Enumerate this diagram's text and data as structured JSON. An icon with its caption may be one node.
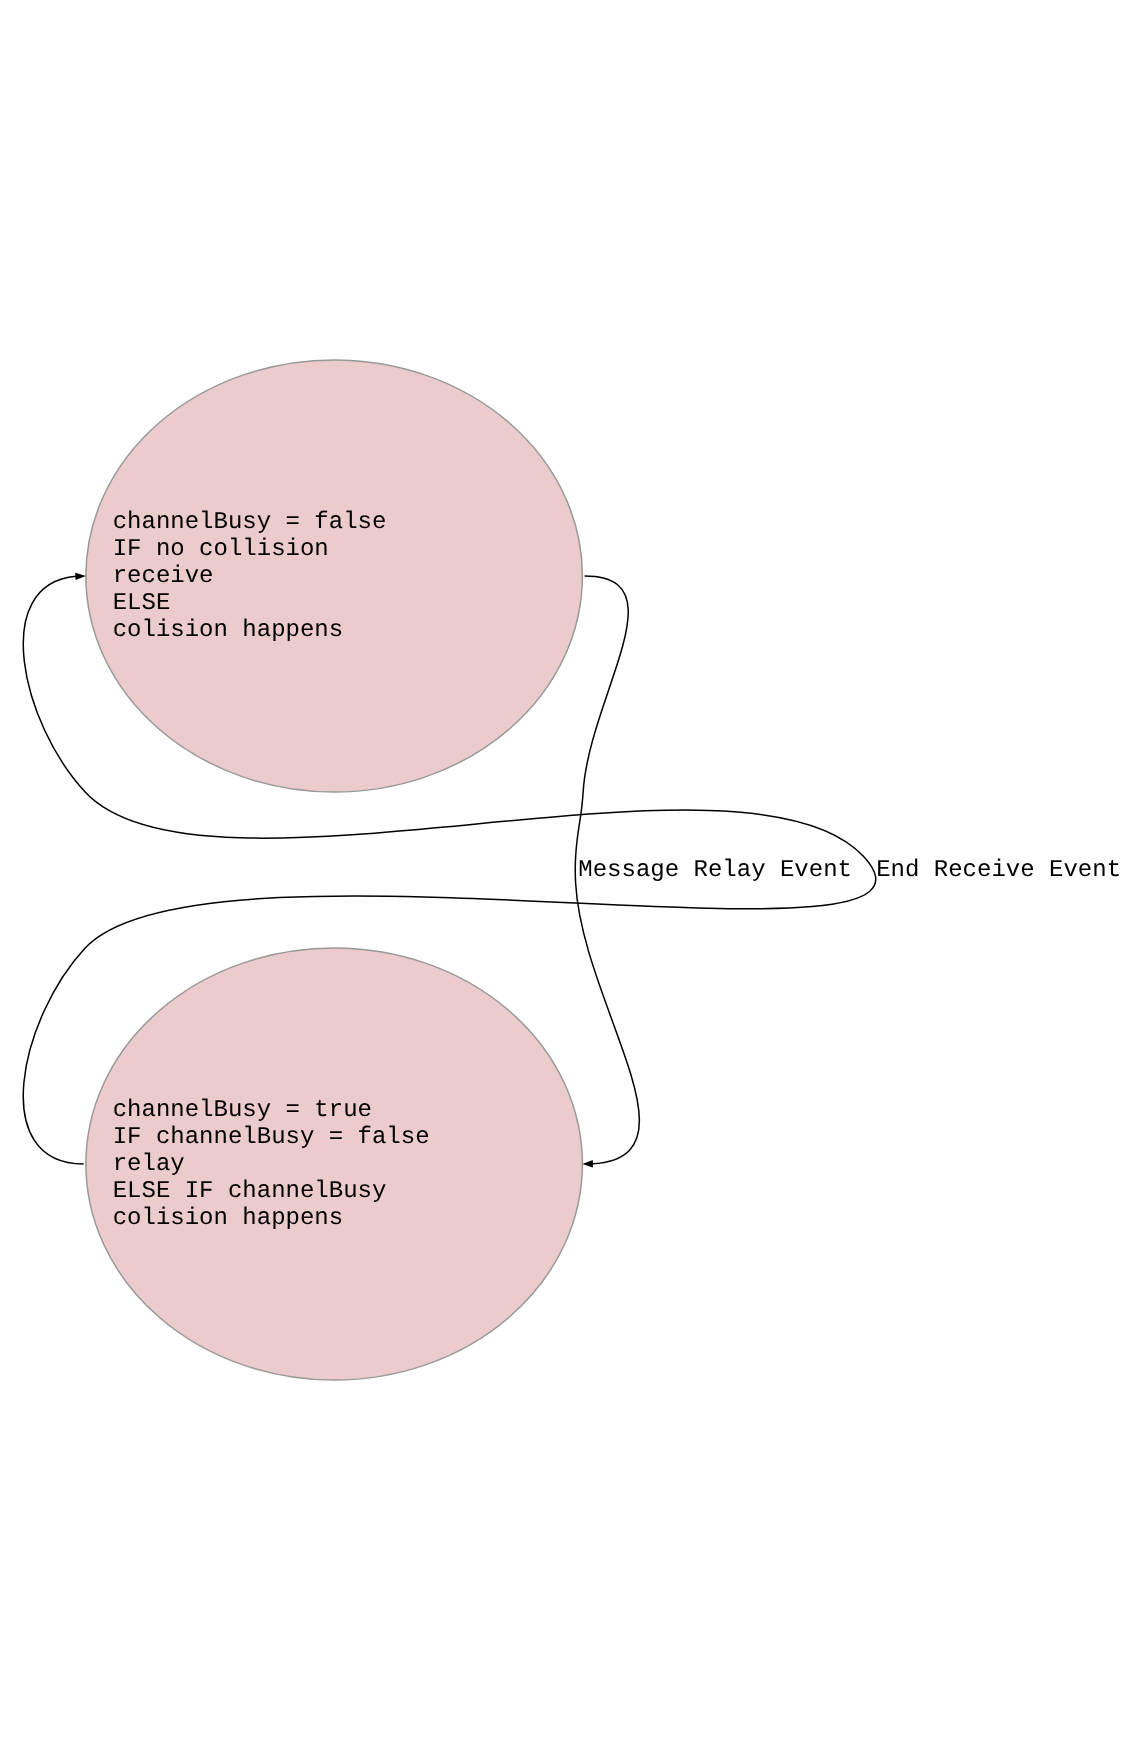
{
  "diagram": {
    "nodes": [
      {
        "text": [
          "channelBusy = false",
          "IF no collision",
          "receive",
          "ELSE",
          "colision happens"
        ]
      },
      {
        "text": [
          "channelBusy = true",
          "IF channelBusy = false",
          "relay",
          "ELSE IF channelBusy",
          "colision happens"
        ]
      }
    ],
    "edges": [
      {
        "from": 0,
        "to": 1,
        "arrow": "to",
        "label": "Message Relay Event"
      },
      {
        "from": 1,
        "to": 0,
        "arrow": "to",
        "label": "End Receive Event"
      }
    ]
  }
}
